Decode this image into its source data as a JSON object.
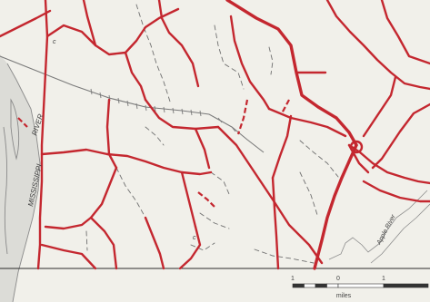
{
  "map": {
    "labels": {
      "river_name_1": "MISSISSIPPI",
      "river_name_2": "RIVER",
      "apple_river": "Apple River",
      "town_marker": "c",
      "town_marker_2": "c"
    },
    "scale_bar": {
      "ticks": [
        "1",
        "0",
        "1"
      ],
      "units": "miles"
    },
    "colors": {
      "road": "#c4272f",
      "background": "#f1f0ea",
      "river": "#d6d6d2"
    }
  }
}
